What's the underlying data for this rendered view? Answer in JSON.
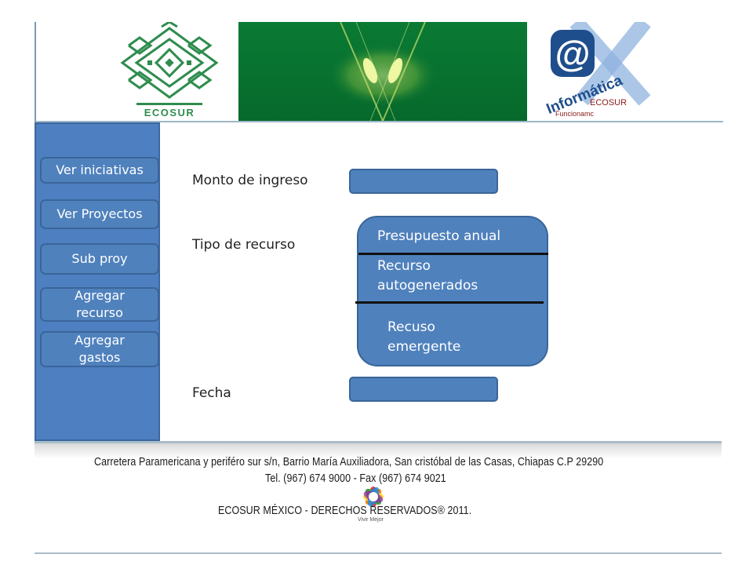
{
  "header": {
    "left_logo_text": "ECOSUR",
    "right_logo_text": "Informática",
    "right_logo_sub": "ECOSUR",
    "right_logo_tag": "Funcionamc"
  },
  "sidebar": {
    "items": [
      {
        "label": "Ver iniciativas"
      },
      {
        "label": "Ver Proyectos"
      },
      {
        "label": "Sub proy"
      },
      {
        "label": "Agregar recurso"
      },
      {
        "label": "Agregar gastos"
      }
    ]
  },
  "form": {
    "monto_label": "Monto de ingreso",
    "monto_value": "",
    "tipo_label": "Tipo de recurso",
    "tipo_options": [
      "Presupuesto anual",
      "Recurso autogenerados",
      "Recuso emergente"
    ],
    "fecha_label": "Fecha",
    "fecha_value": ""
  },
  "footer": {
    "address": "Carretera Paramericana y periféro sur s/n, Barrio María Auxiliadora, San cristóbal de las Casas, Chiapas C.P 29290",
    "phone": "Tel. (967) 674 9000 - Fax (967) 674 9021",
    "copyright": "ECOSUR MÉXICO - DERECHOS RESERVADOS® 2011.",
    "logo_tag": "Vivir Mejor"
  },
  "colors": {
    "primary_blue": "#4f81bd",
    "header_green": "#087230",
    "logo_green": "#2e8b57"
  }
}
